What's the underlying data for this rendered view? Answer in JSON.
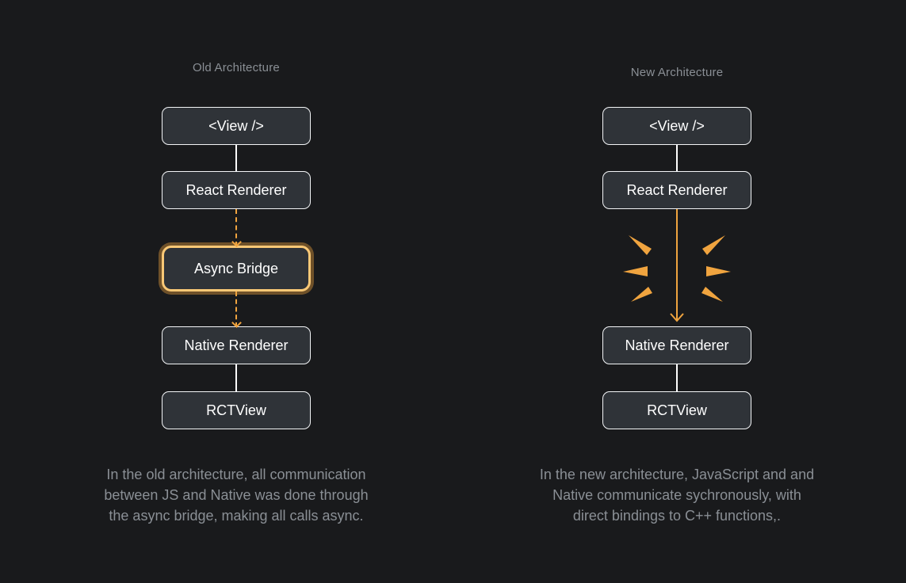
{
  "theme": {
    "background": "#191A1C",
    "box_fill": "#2F3338",
    "box_border": "#F3F5F7",
    "box_text": "#FFFFFF",
    "muted_text": "#8A8F95",
    "accent": "#F0A43F",
    "accent_bright": "#F9C876",
    "accent_glow": "rgba(240,164,63,0.40)",
    "connector": "#FFFFFF"
  },
  "old_architecture": {
    "title": "Old Architecture",
    "boxes": {
      "view": "<View />",
      "react_renderer": "React Renderer",
      "async_bridge": "Async Bridge",
      "native_renderer": "Native Renderer",
      "rctview": "RCTView"
    },
    "caption_lines": [
      "In the old architecture, all communication",
      "between JS and Native was done through",
      "the async bridge, making all calls async."
    ]
  },
  "new_architecture": {
    "title": "New Architecture",
    "boxes": {
      "view": "<View />",
      "react_renderer": "React Renderer",
      "native_renderer": "Native Renderer",
      "rctview": "RCTView"
    },
    "caption_lines": [
      "In the new architecture, JavaScript and and",
      "Native communicate sychronously, with",
      "direct bindings to C++ functions,."
    ]
  },
  "icons": {
    "dashed_arrow": "dashed-down-arrow-icon",
    "solid_arrow": "solid-down-arrow-icon",
    "burst": "sync-burst-icon"
  }
}
